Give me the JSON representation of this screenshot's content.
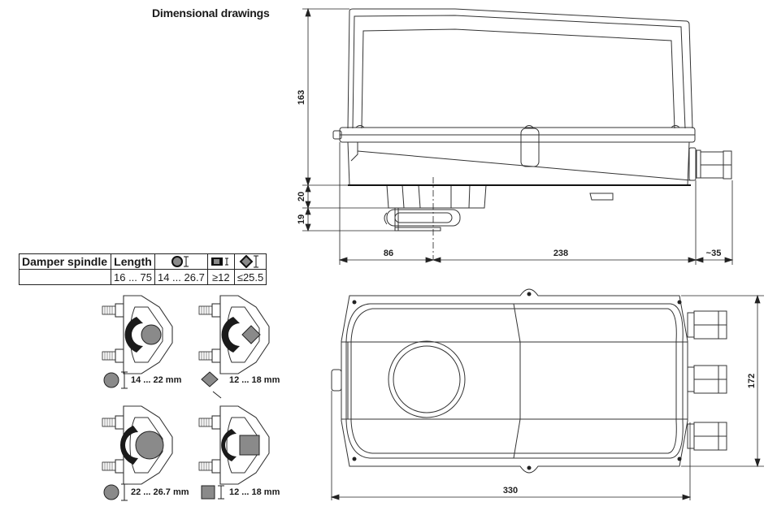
{
  "header": {
    "title": "Dimensional drawings"
  },
  "spindle_table": {
    "headers": [
      "Damper spindle",
      "Length"
    ],
    "icon_headers": [
      {
        "icon": "round-spindle-diameter-icon"
      },
      {
        "icon": "square-spindle-width-icon"
      },
      {
        "icon": "square-spindle-diagonal-icon"
      }
    ],
    "row": [
      "",
      "16 ... 75",
      "14 ... 26.7",
      "≥12",
      "≤25.5"
    ]
  },
  "clamp_variants": [
    {
      "shape": "round",
      "range": "14 ... 22 mm"
    },
    {
      "shape": "square-diagonal",
      "range": "12 ... 18 mm"
    },
    {
      "shape": "round",
      "range": "22 ... 26.7 mm"
    },
    {
      "shape": "square",
      "range": "12 ... 18 mm"
    }
  ],
  "side_view": {
    "dimensions": {
      "height": "163",
      "base_height": "20",
      "clamp_height": "19",
      "spindle_offset": "86",
      "body_length": "238",
      "gland_length": "~35"
    }
  },
  "top_view": {
    "dimensions": {
      "overall_length": "330",
      "width": "172"
    }
  },
  "colors": {
    "line": "#222222",
    "spindle_fill": "#8a8a8a",
    "clamp_dark": "#1a1a1a"
  }
}
